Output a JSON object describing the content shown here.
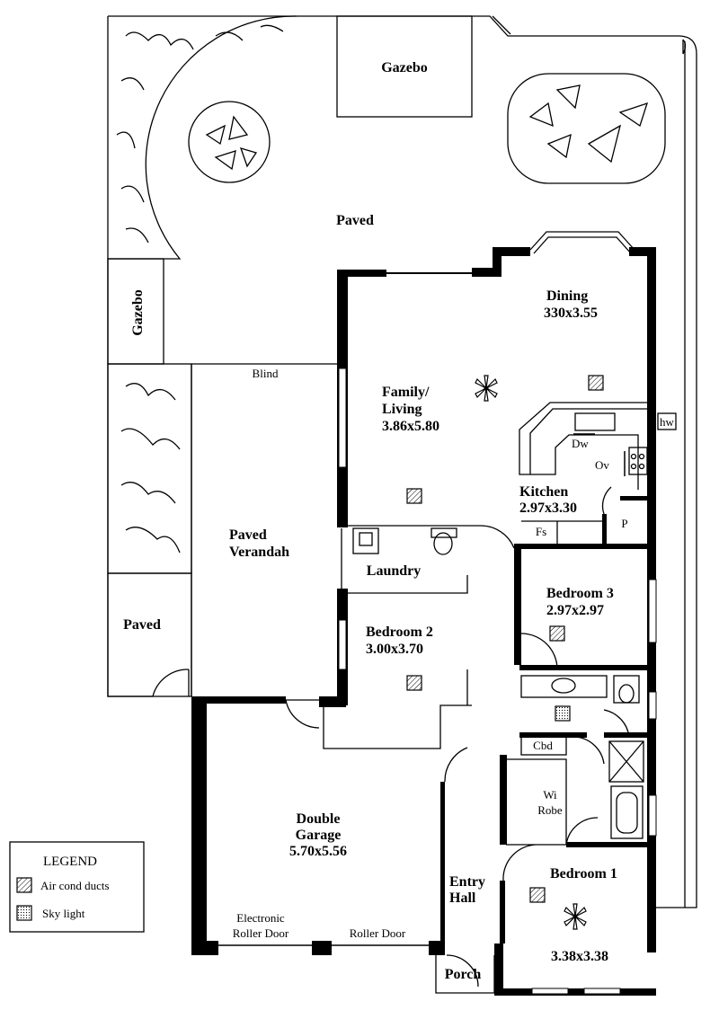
{
  "plan": {
    "outdoor": {
      "gazebo_top": "Gazebo",
      "gazebo_left": "Gazebo",
      "paved_main": "Paved",
      "paved_small": "Paved",
      "blind": "Blind",
      "verandah_line1": "Paved",
      "verandah_line2": "Verandah"
    },
    "rooms": {
      "dining": {
        "name": "Dining",
        "size": "330x3.55"
      },
      "family": {
        "name1": "Family/",
        "name2": "Living",
        "size": "3.86x5.80"
      },
      "kitchen": {
        "name": "Kitchen",
        "size": "2.97x3.30"
      },
      "laundry": {
        "name": "Laundry"
      },
      "bedroom2": {
        "name": "Bedroom 2",
        "size": "3.00x3.70"
      },
      "bedroom3": {
        "name": "Bedroom 3",
        "size": "2.97x2.97"
      },
      "bedroom1": {
        "name": "Bedroom 1",
        "size": "3.38x3.38"
      },
      "garage": {
        "name1": "Double",
        "name2": "Garage",
        "size": "5.70x5.56"
      },
      "entry": {
        "name1": "Entry",
        "name2": "Hall"
      },
      "porch": {
        "name": "Porch"
      },
      "wirobe": {
        "name1": "Wi",
        "name2": "Robe"
      }
    },
    "fixtures": {
      "dw": "Dw",
      "ov": "Ov",
      "hw": "hw",
      "fs": "Fs",
      "p": "P",
      "cbd": "Cbd",
      "electronic_door1": "Electronic",
      "electronic_door2": "Roller Door",
      "roller_door": "Roller Door"
    }
  },
  "legend": {
    "title": "LEGEND",
    "items": [
      {
        "icon": "air-cond-duct-icon",
        "label": "Air cond ducts"
      },
      {
        "icon": "sky-light-icon",
        "label": "Sky light"
      }
    ]
  }
}
